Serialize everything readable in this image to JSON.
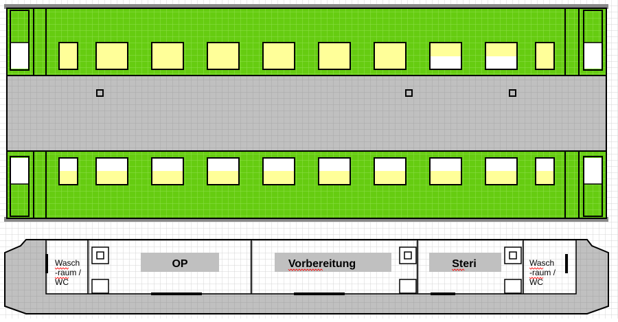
{
  "colors": {
    "background": "#ffffff",
    "grid_light": "#d6d6d6",
    "side_green": "#66cc11",
    "grid_green": "#8ee04a",
    "corridor_gray": "#c0c0c0",
    "grid_gray": "#a8a8a8",
    "window_fill": "#ffff99",
    "outline": "#000000",
    "text": "#000000",
    "spellcheck": "#ff0000"
  },
  "plan": {
    "window_count_per_side": 10,
    "corridor_markers": 3
  },
  "floorplan": {
    "room_labels": [
      {
        "id": "washroom-left",
        "lines": [
          "Wasch",
          "-raum /",
          "WC"
        ]
      },
      {
        "id": "op",
        "lines": [
          "OP"
        ]
      },
      {
        "id": "vorbereitung",
        "lines": [
          "Vorbereitung"
        ]
      },
      {
        "id": "steri",
        "lines": [
          "Steri"
        ]
      },
      {
        "id": "washroom-right",
        "lines": [
          "Wasch",
          "-raum /",
          "WC"
        ]
      }
    ]
  }
}
